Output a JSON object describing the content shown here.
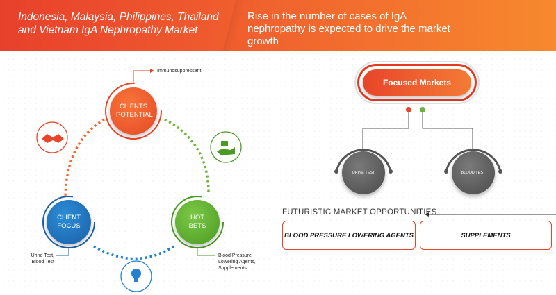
{
  "header": {
    "title": "Indonesia, Malaysia, Philippines, Thailand and Vietnam IgA Nephropathy Market",
    "tagline": "Rise in the number of cases of IgA nephropathy is expected to drive the market growth"
  },
  "cycle": {
    "clients_potential": "CLIENTS POTENTIAL",
    "client_focus": "CLIENT FOCUS",
    "hot_bets": "HOT BETS",
    "potential_note": "Immunosuppressant",
    "focus_note": "Urine Test, Blood Test",
    "hotbets_note": "Blood Pressure Lowering Agents, Supplements"
  },
  "focused_markets": {
    "title": "Focused Markets",
    "items": [
      "URINE TEST",
      "BLOOD TEST"
    ]
  },
  "opportunities": {
    "title": "FUTURISTIC MARKET OPPORTUNITIES",
    "items": [
      "BLOOD PRESSURE LOWERING AGENTS",
      "SUPPLEMENTS"
    ]
  },
  "colors": {
    "accent_orange": "#e8452a",
    "blue": "#1a5fa8",
    "green": "#4a9a23",
    "grey": "#555555"
  }
}
